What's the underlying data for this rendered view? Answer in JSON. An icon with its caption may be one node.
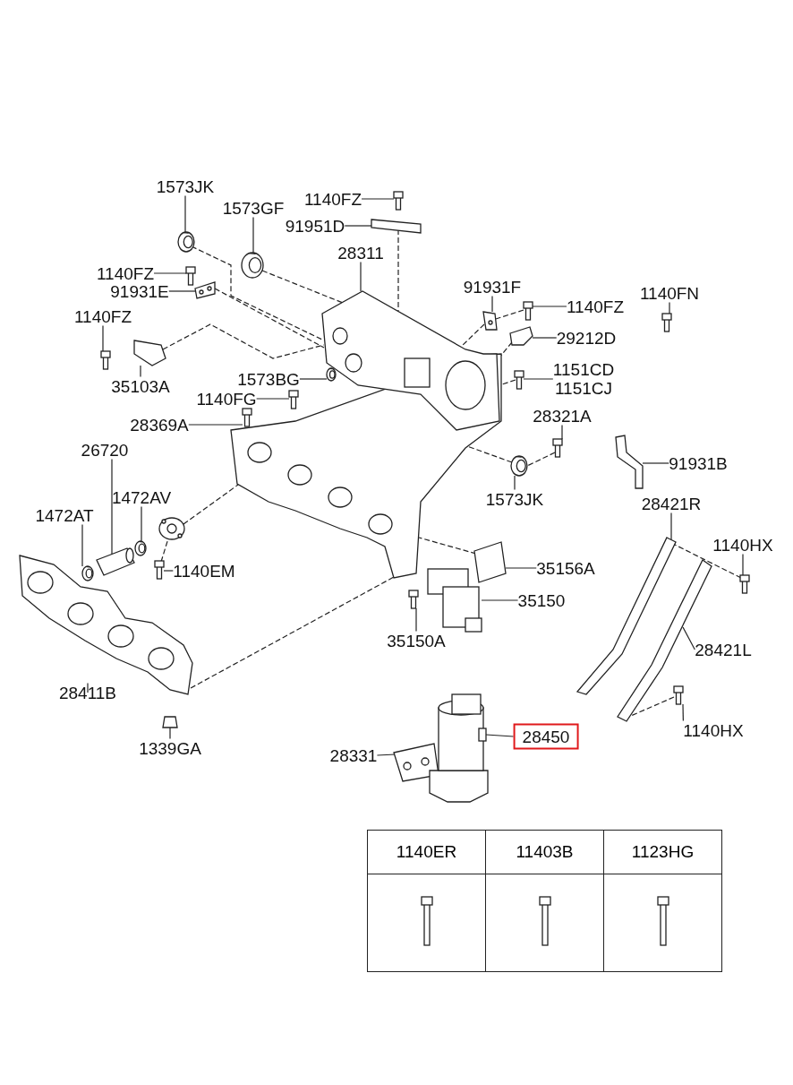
{
  "diagram": {
    "nodes": [
      {
        "text": [
          "1573JK"
        ]
      },
      {
        "text": [
          "1573GF"
        ]
      },
      {
        "text": [
          "1140FZ"
        ]
      },
      {
        "text": [
          "91951D"
        ]
      },
      {
        "text": [
          "28311"
        ]
      },
      {
        "text": [
          "1140FZ"
        ]
      },
      {
        "text": [
          "91931E"
        ]
      },
      {
        "text": [
          "1140FZ"
        ]
      },
      {
        "text": [
          "35103A"
        ]
      },
      {
        "text": [
          "91931F"
        ]
      },
      {
        "text": [
          "1140FZ"
        ]
      },
      {
        "text": [
          "1140FN"
        ]
      },
      {
        "text": [
          "29212D"
        ]
      },
      {
        "text": [
          "1573BG"
        ]
      },
      {
        "text": [
          "1151CD",
          "1151CJ"
        ]
      },
      {
        "text": [
          "1140FG"
        ]
      },
      {
        "text": [
          "28369A"
        ]
      },
      {
        "text": [
          "28321A"
        ]
      },
      {
        "text": [
          "91931B"
        ]
      },
      {
        "text": [
          "26720"
        ]
      },
      {
        "text": [
          "1472AT"
        ]
      },
      {
        "text": [
          "1472AV"
        ]
      },
      {
        "text": [
          "1573JK"
        ]
      },
      {
        "text": [
          "28421R"
        ]
      },
      {
        "text": [
          "1140HX"
        ]
      },
      {
        "text": [
          "1140EM"
        ]
      },
      {
        "text": [
          "35156A"
        ]
      },
      {
        "text": [
          "35150"
        ]
      },
      {
        "text": [
          "35150A"
        ]
      },
      {
        "text": [
          "28411B"
        ]
      },
      {
        "text": [
          "28421L"
        ]
      },
      {
        "text": [
          "1339GA"
        ]
      },
      {
        "text": [
          "28331"
        ]
      },
      {
        "text": [
          "28450"
        ]
      },
      {
        "text": [
          "1140HX"
        ]
      },
      {
        "text": [],
        "shape": "picture"
      },
      {
        "text": [],
        "shape": "picture"
      },
      {
        "text": [],
        "shape": "picture"
      },
      {
        "text": [],
        "shape": "picture"
      },
      {
        "text": [],
        "shape": "picture"
      },
      {
        "text": [],
        "shape": "picture"
      },
      {
        "text": [],
        "shape": "picture"
      },
      {
        "text": [],
        "shape": "picture"
      },
      {
        "text": [],
        "shape": "picture"
      },
      {
        "text": [],
        "shape": "picture"
      },
      {
        "text": [],
        "shape": "picture"
      },
      {
        "text": [],
        "shape": "picture"
      },
      {
        "text": [],
        "shape": "picture"
      },
      {
        "text": [],
        "shape": "picture"
      },
      {
        "text": [],
        "shape": "picture"
      },
      {
        "text": [],
        "shape": "picture"
      },
      {
        "text": [],
        "shape": "picture"
      },
      {
        "text": [],
        "shape": "picture"
      },
      {
        "text": [],
        "shape": "picture"
      },
      {
        "text": [],
        "shape": "picture"
      },
      {
        "text": [],
        "shape": "picture"
      },
      {
        "text": [],
        "shape": "picture"
      },
      {
        "text": [],
        "shape": "picture"
      },
      {
        "text": [],
        "shape": "picture"
      },
      {
        "text": [],
        "shape": "picture"
      },
      {
        "text": [],
        "shape": "picture"
      },
      {
        "text": [],
        "shape": "picture"
      },
      {
        "text": [],
        "shape": "picture"
      },
      {
        "text": [],
        "shape": "picture"
      },
      {
        "text": [],
        "shape": "picture"
      },
      {
        "text": [],
        "shape": "picture"
      },
      {
        "text": [],
        "shape": "picture"
      },
      {
        "text": [],
        "shape": "picture"
      },
      {
        "text": [],
        "shape": "picture"
      },
      {
        "text": [],
        "shape": "picture"
      },
      {
        "text": [],
        "shape": "picture"
      }
    ],
    "edges": [
      {
        "from": 0,
        "to": 35,
        "arrow": "none"
      },
      {
        "from": 1,
        "to": 36,
        "arrow": "none"
      },
      {
        "from": 2,
        "to": 37,
        "arrow": "none"
      },
      {
        "from": 3,
        "to": 38,
        "arrow": "none"
      },
      {
        "from": 4,
        "to": 39,
        "arrow": "none"
      },
      {
        "from": 5,
        "to": 40,
        "arrow": "none"
      },
      {
        "from": 6,
        "to": 41,
        "arrow": "none"
      },
      {
        "from": 7,
        "to": 42,
        "arrow": "none"
      },
      {
        "from": 8,
        "to": 43,
        "arrow": "none"
      },
      {
        "from": 9,
        "to": 44,
        "arrow": "none"
      },
      {
        "from": 10,
        "to": 45,
        "arrow": "none"
      },
      {
        "from": 11,
        "to": 46,
        "arrow": "none"
      },
      {
        "from": 12,
        "to": 47,
        "arrow": "none"
      },
      {
        "from": 13,
        "to": 48,
        "arrow": "none"
      },
      {
        "from": 14,
        "to": 49,
        "arrow": "none"
      },
      {
        "from": 15,
        "to": 50,
        "arrow": "none"
      },
      {
        "from": 16,
        "to": 51,
        "arrow": "none"
      },
      {
        "from": 17,
        "to": 52,
        "arrow": "none"
      },
      {
        "from": 18,
        "to": 53,
        "arrow": "none"
      },
      {
        "from": 19,
        "to": 54,
        "arrow": "none"
      },
      {
        "from": 20,
        "to": 55,
        "arrow": "none"
      },
      {
        "from": 21,
        "to": 56,
        "arrow": "none"
      },
      {
        "from": 22,
        "to": 57,
        "arrow": "none"
      },
      {
        "from": 23,
        "to": 58,
        "arrow": "none"
      },
      {
        "from": 24,
        "to": 59,
        "arrow": "none"
      },
      {
        "from": 25,
        "to": 60,
        "arrow": "none"
      },
      {
        "from": 26,
        "to": 61,
        "arrow": "none"
      },
      {
        "from": 27,
        "to": 62,
        "arrow": "none"
      },
      {
        "from": 28,
        "to": 63,
        "arrow": "none"
      },
      {
        "from": 29,
        "to": 64,
        "arrow": "none"
      },
      {
        "from": 30,
        "to": 65,
        "arrow": "none"
      },
      {
        "from": 31,
        "to": 66,
        "arrow": "none"
      },
      {
        "from": 32,
        "to": 67,
        "arrow": "none"
      },
      {
        "from": 33,
        "to": 68,
        "arrow": "none"
      },
      {
        "from": 34,
        "to": 69,
        "arrow": "none"
      },
      {
        "from": 35,
        "to": 39,
        "arrow": "none",
        "style": "dashed"
      },
      {
        "from": 36,
        "to": 39,
        "arrow": "none",
        "style": "dashed"
      },
      {
        "from": 41,
        "to": 39,
        "arrow": "none",
        "style": "dashed"
      },
      {
        "from": 43,
        "to": 39,
        "arrow": "none",
        "style": "dashed"
      },
      {
        "from": 38,
        "to": 39,
        "arrow": "none",
        "style": "dashed"
      },
      {
        "from": 44,
        "to": 39,
        "arrow": "none",
        "style": "dashed"
      },
      {
        "from": 45,
        "to": 44,
        "arrow": "none",
        "style": "dashed"
      },
      {
        "from": 47,
        "to": 39,
        "arrow": "none",
        "style": "dashed"
      },
      {
        "from": 49,
        "to": 39,
        "arrow": "none",
        "style": "dashed"
      },
      {
        "from": 52,
        "to": 57,
        "arrow": "none",
        "style": "dashed"
      },
      {
        "from": 57,
        "to": 39,
        "arrow": "none",
        "style": "dashed"
      },
      {
        "from": 59,
        "to": 58,
        "arrow": "none",
        "style": "dashed"
      },
      {
        "from": 61,
        "to": 39,
        "arrow": "none",
        "style": "dashed"
      },
      {
        "from": 70,
        "to": 39,
        "arrow": "none",
        "style": "dashed"
      },
      {
        "from": 60,
        "to": 70,
        "arrow": "none",
        "style": "dashed"
      },
      {
        "from": 64,
        "to": 39,
        "arrow": "none",
        "style": "dashed"
      },
      {
        "from": 69,
        "to": 65,
        "arrow": "none",
        "style": "dashed"
      }
    ],
    "labels": [
      "1140ER",
      "11403B",
      "1123HG"
    ]
  }
}
